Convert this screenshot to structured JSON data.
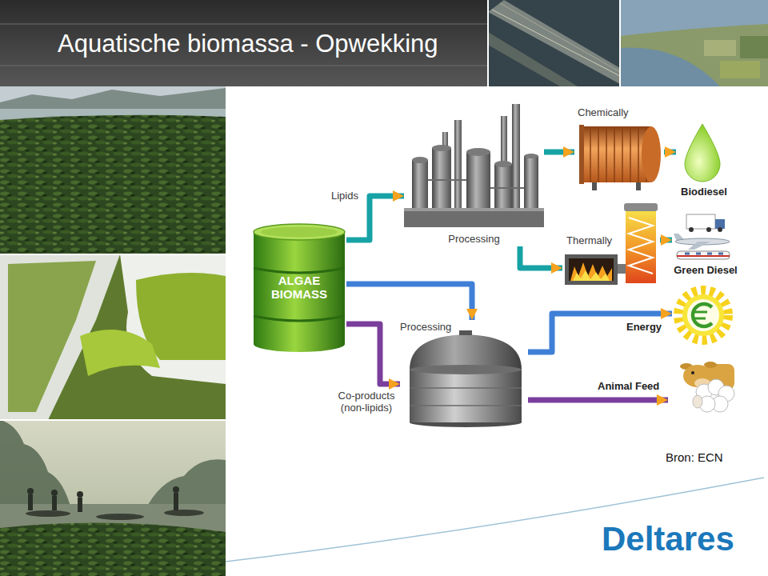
{
  "diagram": {
    "title": "Aquatische biomassa - Opwekking",
    "nodes": [
      {
        "text": [
          "ALGAE BIOMASS"
        ]
      },
      {
        "text": [
          "Processing"
        ]
      },
      {
        "text": [
          "Chemically"
        ]
      },
      {
        "text": [
          "Biodiesel"
        ]
      },
      {
        "text": [
          "Thermally"
        ]
      },
      {
        "text": [
          "Green Diesel"
        ]
      },
      {
        "text": [
          "Processing"
        ]
      },
      {
        "text": [
          "Energy"
        ]
      },
      {
        "text": [
          "Animal Feed"
        ]
      }
    ],
    "edges": [
      {
        "from": 0,
        "to": 1,
        "label": "Lipids",
        "arrow": "to"
      },
      {
        "from": 1,
        "to": 2,
        "arrow": "to"
      },
      {
        "from": 2,
        "to": 3,
        "arrow": "to"
      },
      {
        "from": 1,
        "to": 4,
        "arrow": "to"
      },
      {
        "from": 4,
        "to": 5,
        "arrow": "to"
      },
      {
        "from": 0,
        "to": 6,
        "arrow": "to"
      },
      {
        "from": 0,
        "to": 6,
        "label": "Co-products (non-lipids)",
        "arrow": "to"
      },
      {
        "from": 6,
        "to": 7,
        "arrow": "to"
      },
      {
        "from": 6,
        "to": 8,
        "arrow": "to"
      }
    ],
    "labels": [
      "Bron: ECN",
      "Deltares"
    ]
  }
}
